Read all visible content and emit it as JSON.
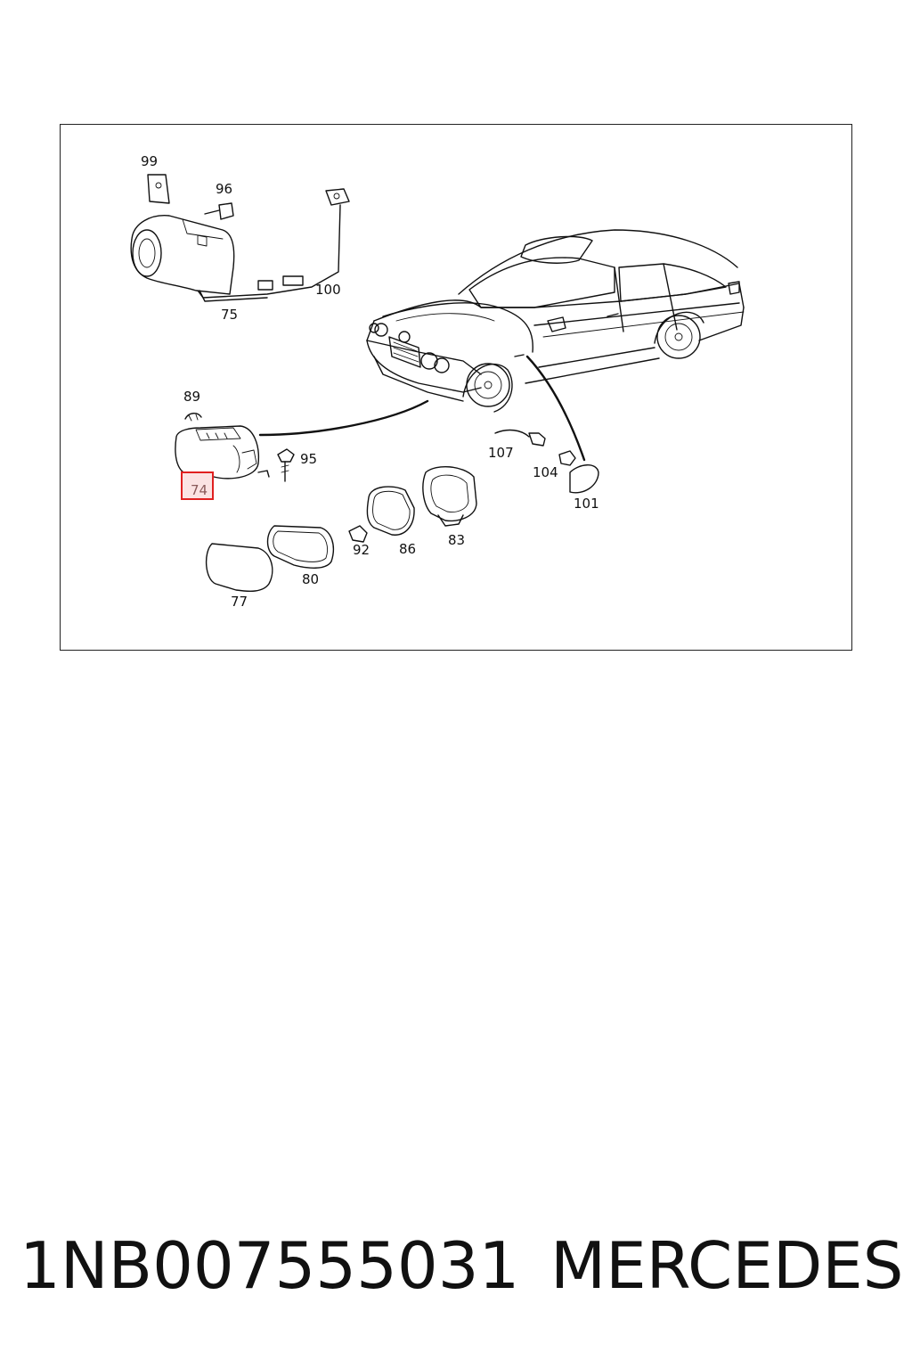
{
  "diagram": {
    "callouts": {
      "c99": "99",
      "c96": "96",
      "c100": "100",
      "c75": "75",
      "c89": "89",
      "c95": "95",
      "c74": "74",
      "c107": "107",
      "c104": "104",
      "c101": "101",
      "c92": "92",
      "c86": "86",
      "c83": "83",
      "c80": "80",
      "c77": "77"
    },
    "highlighted_callout": "74",
    "highlight_color": "#e02020"
  },
  "footer": {
    "part_number": "1NB007555031",
    "brand": "MERCEDES"
  }
}
